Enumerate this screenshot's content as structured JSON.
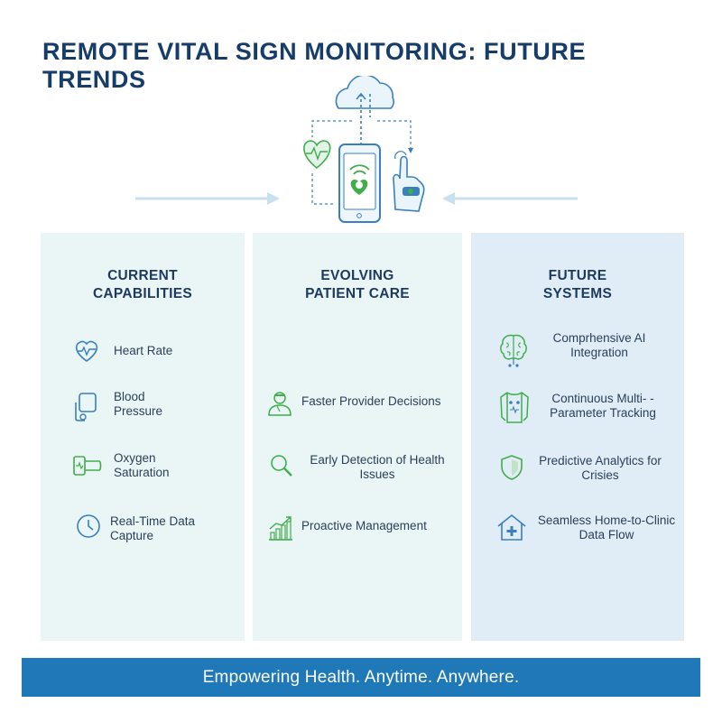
{
  "title": "REMOTE VITAL SIGN MONITORING: FUTURE TRENDS",
  "columns": [
    {
      "title": "CURRENT CAPABILITIES",
      "items": [
        {
          "label": "Heart Rate",
          "icon": "heart-pulse-icon"
        },
        {
          "label": "Blood Pressure",
          "icon": "blood-pressure-cuff-icon"
        },
        {
          "label": "Oxygen Saturation",
          "icon": "pulse-oximeter-icon"
        },
        {
          "label": "Real-Time Data Capture",
          "icon": "clock-icon"
        }
      ]
    },
    {
      "title": "EVOLVING PATIENT CARE",
      "items": [
        {
          "label": "Faster Provider Decisions",
          "icon": "doctor-icon"
        },
        {
          "label": "Early Detection of Health Issues",
          "icon": "magnifier-icon"
        },
        {
          "label": "Proactive Management",
          "icon": "growth-chart-icon"
        }
      ]
    },
    {
      "title": "FUTURE SYSTEMS",
      "items": [
        {
          "label": "Comprhensive AI Integration",
          "icon": "ai-brain-icon"
        },
        {
          "label": "Continuous Multi- -Parameter Tracking",
          "icon": "body-sensor-icon"
        },
        {
          "label": "Predictive Analytics for Crisies",
          "icon": "shield-icon"
        },
        {
          "label": "Seamless Home-to-Clinic Data Flow",
          "icon": "home-clinic-icon"
        }
      ]
    }
  ],
  "banner": "Empowering Health. Anytime. Anywhere.",
  "colors": {
    "title": "#163d6a",
    "banner": "#1f79b8",
    "icon_blue": "#3a7fbf",
    "icon_green": "#3fae4a",
    "column_light": "#eaf5f6",
    "column_future": "#e0edf7"
  }
}
